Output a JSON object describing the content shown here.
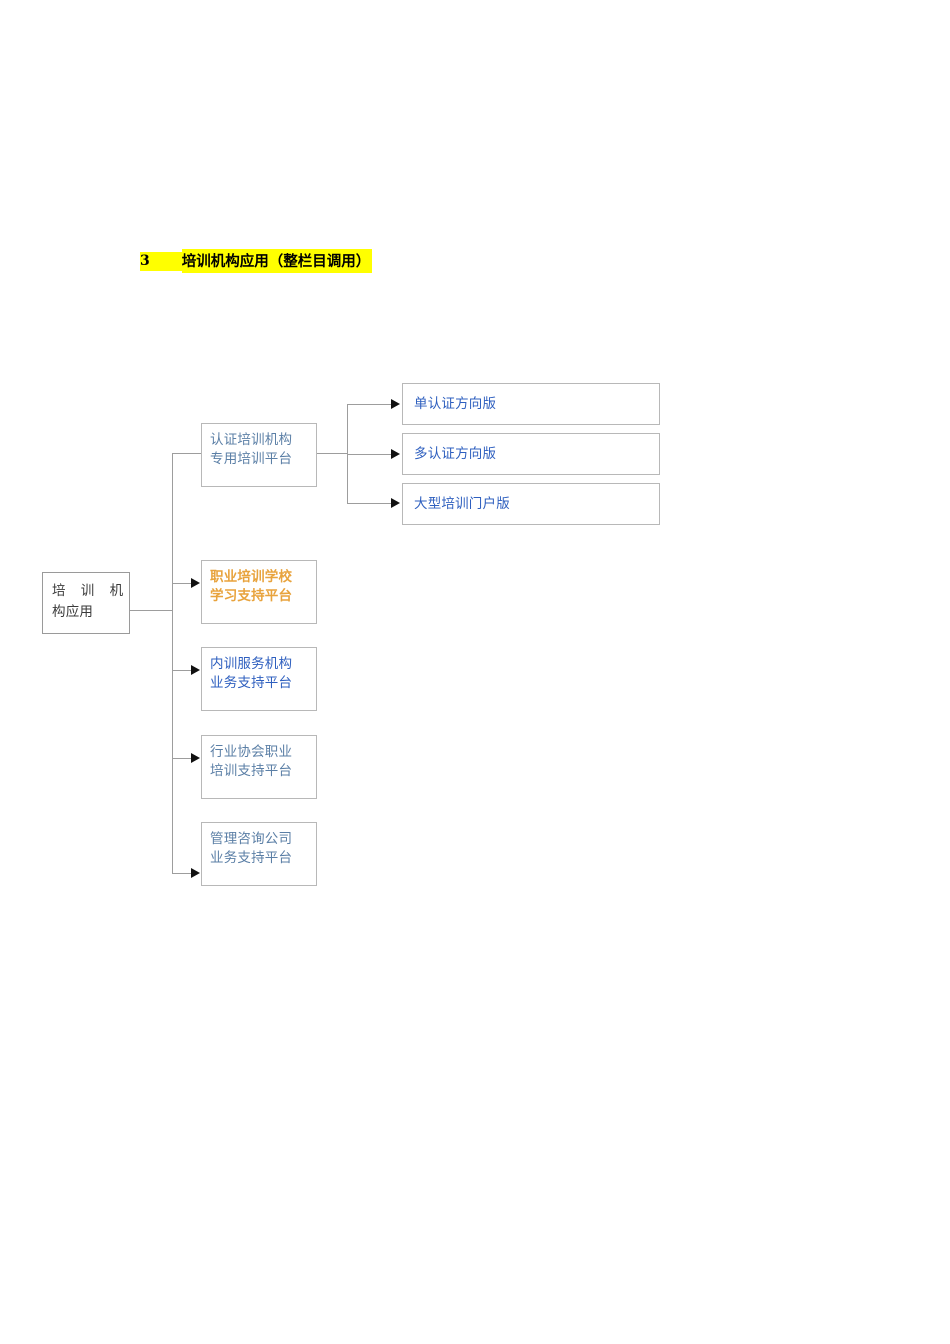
{
  "heading": {
    "number": "3",
    "text": "培训机构应用（整栏目调用）",
    "highlight_color": "#ffff00",
    "text_color": "#000000"
  },
  "colors": {
    "slate_blue": "#5b7fa6",
    "bright_blue": "#2e5fbf",
    "orange": "#e8a33d",
    "box_border": "#b8b8b8",
    "connector": "#9d9d9d",
    "arrow": "#111111",
    "root_text": "#3a3a3a"
  },
  "diagram": {
    "root": {
      "line1": "培 训 机",
      "line2": "构应用"
    },
    "level2": [
      {
        "label": "认证培训机构\n专用培训平台",
        "color": "slate",
        "arrow": false
      },
      {
        "label": "职业培训学校\n学习支持平台",
        "color": "orange",
        "arrow": true
      },
      {
        "label": "内训服务机构\n业务支持平台",
        "color": "blue",
        "arrow": true
      },
      {
        "label": "行业协会职业\n培训支持平台",
        "color": "slate",
        "arrow": true
      },
      {
        "label": "管理咨询公司\n业务支持平台",
        "color": "slate",
        "arrow": true
      }
    ],
    "level3": [
      {
        "label": "单认证方向版",
        "color": "blue"
      },
      {
        "label": "多认证方向版",
        "color": "blue"
      },
      {
        "label": "大型培训门户版",
        "color": "blue"
      }
    ]
  }
}
